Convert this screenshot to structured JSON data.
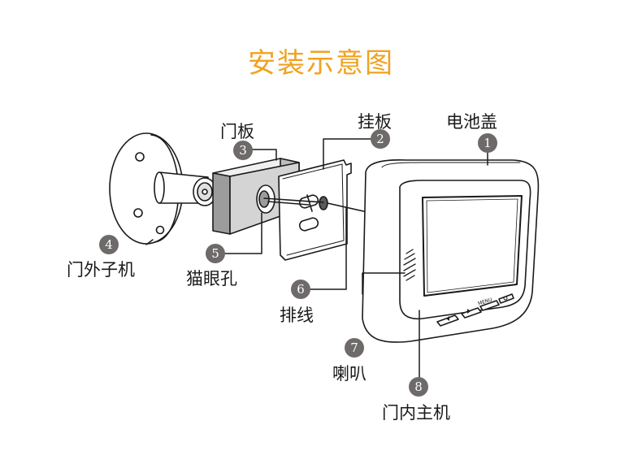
{
  "title": "安装示意图",
  "colors": {
    "title": "#f0a21f",
    "badge": "#6e6a6a",
    "line": "#1a1a1a",
    "shade": "#d4d4d4"
  },
  "callouts": [
    {
      "number": "1",
      "label": "电池盖"
    },
    {
      "number": "2",
      "label": "挂板"
    },
    {
      "number": "3",
      "label": "门板"
    },
    {
      "number": "4",
      "label": "门外子机"
    },
    {
      "number": "5",
      "label": "猫眼孔"
    },
    {
      "number": "6",
      "label": "排线"
    },
    {
      "number": "7",
      "label": "喇叭"
    },
    {
      "number": "8",
      "label": "门内主机"
    }
  ],
  "device": {
    "menu_key": "MENU"
  }
}
